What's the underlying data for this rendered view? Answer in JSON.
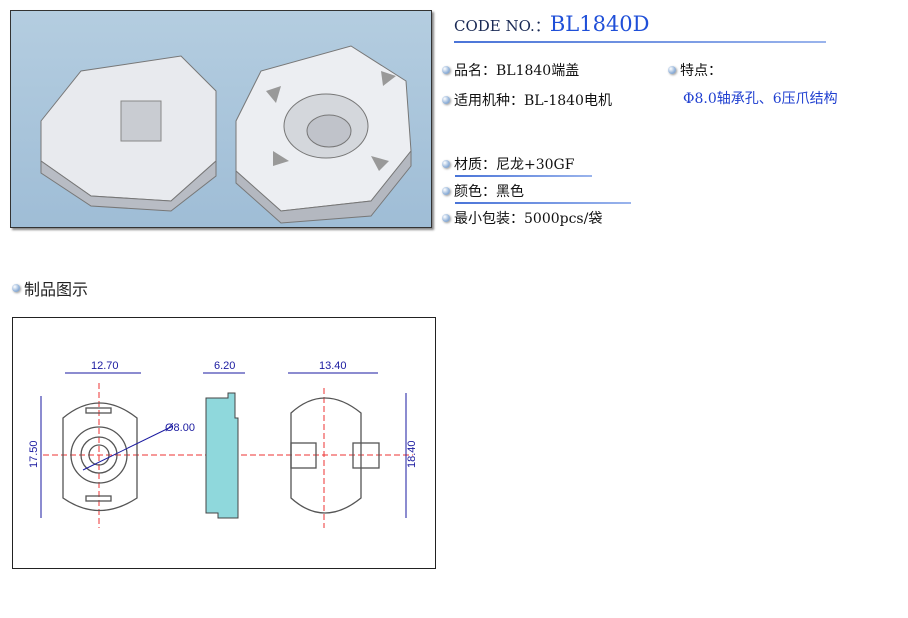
{
  "header": {
    "code_label": "CODE NO.：",
    "code_value": "BL1840D"
  },
  "specs": {
    "name": "品名：BL1840端盖",
    "motor": "适用机种：BL-1840电机",
    "material": "材质：尼龙+30GF",
    "color": "颜色：黑色",
    "packing": "最小包装：5000pcs/袋"
  },
  "features": {
    "label": "特点：",
    "text": "Φ8.0轴承孔、6压爪结构"
  },
  "section": {
    "title": "制品图示"
  },
  "drawing": {
    "dims": {
      "front_width": "12.70",
      "front_height": "17.50",
      "bore": "Ø8.00",
      "side_width": "6.20",
      "back_width": "13.40",
      "back_height": "18.40"
    }
  },
  "colors": {
    "accent": "#1f4fd8",
    "photo_bg": "#a6c4dc",
    "section_fill": "#8fd8dc"
  }
}
